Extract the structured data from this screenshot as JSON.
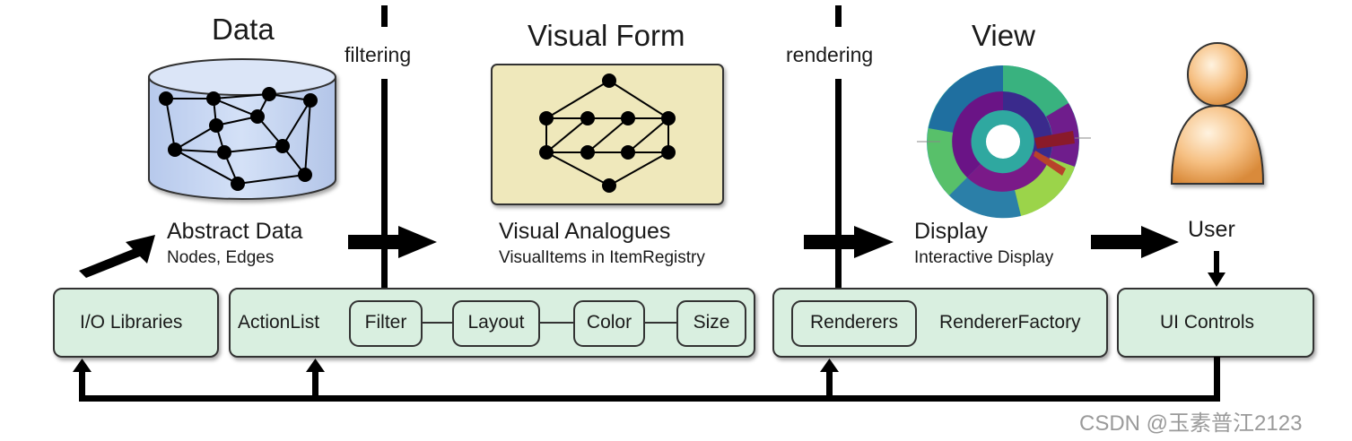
{
  "stages": {
    "data": {
      "title": "Data",
      "label": "Abstract Data",
      "sublabel": "Nodes, Edges"
    },
    "visual_form": {
      "title": "Visual Form",
      "label": "Visual Analogues",
      "sublabel": "VisualItems in ItemRegistry"
    },
    "view": {
      "title": "View",
      "label": "Display",
      "sublabel": "Interactive Display"
    },
    "user": {
      "label": "User"
    }
  },
  "dividers": {
    "filtering": "filtering",
    "rendering": "rendering"
  },
  "components": {
    "io_libraries": "I/O Libraries",
    "action_list": "ActionList",
    "actions": [
      "Filter",
      "Layout",
      "Color",
      "Size"
    ],
    "renderers": "Renderers",
    "renderer_factory": "RendererFactory",
    "ui_controls": "UI Controls"
  },
  "colors": {
    "component_fill": "#d9efe0",
    "cylinder_fill": "#c9d8f2",
    "visual_fill": "#efe8bb",
    "user_fill": "#f2b673"
  },
  "watermark": "CSDN @玉素普江2123"
}
